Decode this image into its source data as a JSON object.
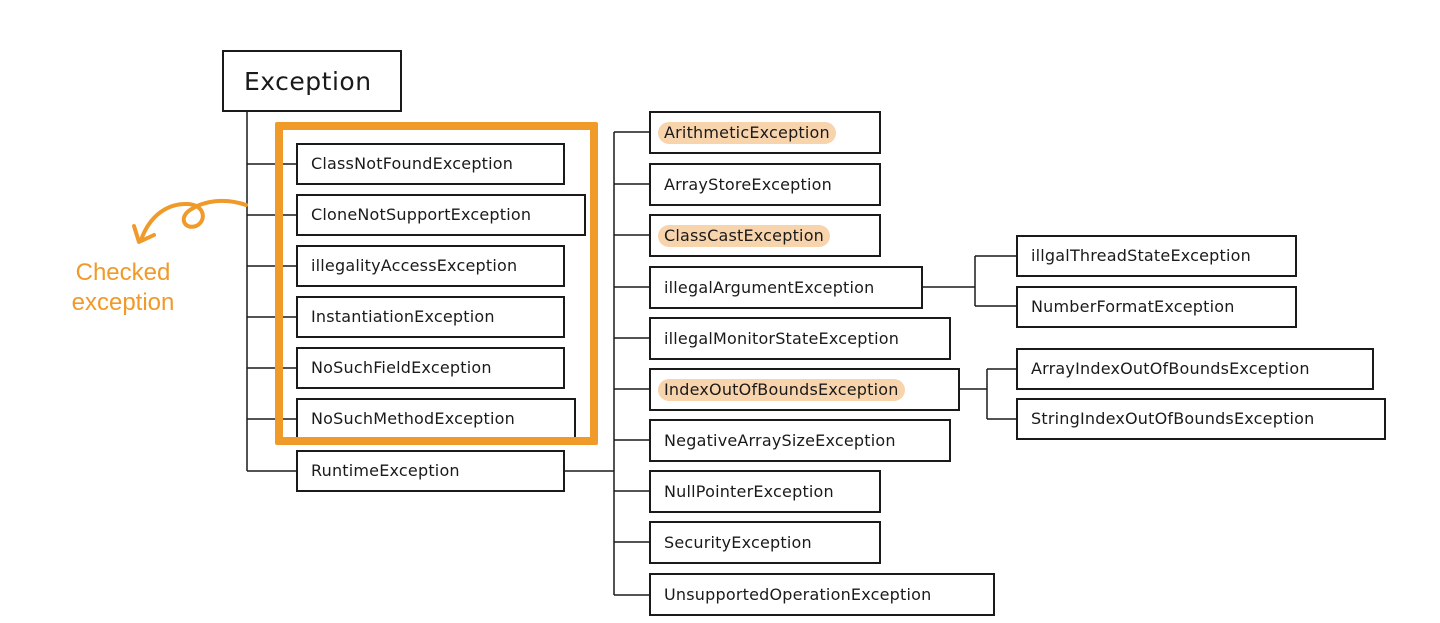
{
  "colors": {
    "accent": "#f09a2a",
    "highlight": "#f8d4ad",
    "line": "#1a1a1a"
  },
  "root": {
    "label": "Exception"
  },
  "checked": {
    "label_line1": "Checked",
    "label_line2": "exception",
    "icon": "curved-arrow-icon"
  },
  "checked_exceptions": [
    "ClassNotFoundException",
    "CloneNotSupportException",
    "illegalityAccessException",
    "InstantiationException",
    "NoSuchFieldException",
    "NoSuchMethodException"
  ],
  "runtime": {
    "label": "RuntimeException"
  },
  "runtime_exceptions": [
    {
      "label": "ArithmeticException",
      "highlighted": true
    },
    {
      "label": "ArrayStoreException",
      "highlighted": false
    },
    {
      "label": "ClassCastException",
      "highlighted": true
    },
    {
      "label": "illegalArgumentException",
      "highlighted": false
    },
    {
      "label": "illegalMonitorStateException",
      "highlighted": false
    },
    {
      "label": "IndexOutOfBoundsException",
      "highlighted": true
    },
    {
      "label": "NegativeArraySizeException",
      "highlighted": false
    },
    {
      "label": "NullPointerException",
      "highlighted": false
    },
    {
      "label": "SecurityException",
      "highlighted": false
    },
    {
      "label": "UnsupportedOperationException",
      "highlighted": false
    }
  ],
  "illegal_argument_children": [
    "illgalThreadStateException",
    "NumberFormatException"
  ],
  "index_out_of_bounds_children": [
    "ArrayIndexOutOfBoundsException",
    "StringIndexOutOfBoundsException"
  ]
}
